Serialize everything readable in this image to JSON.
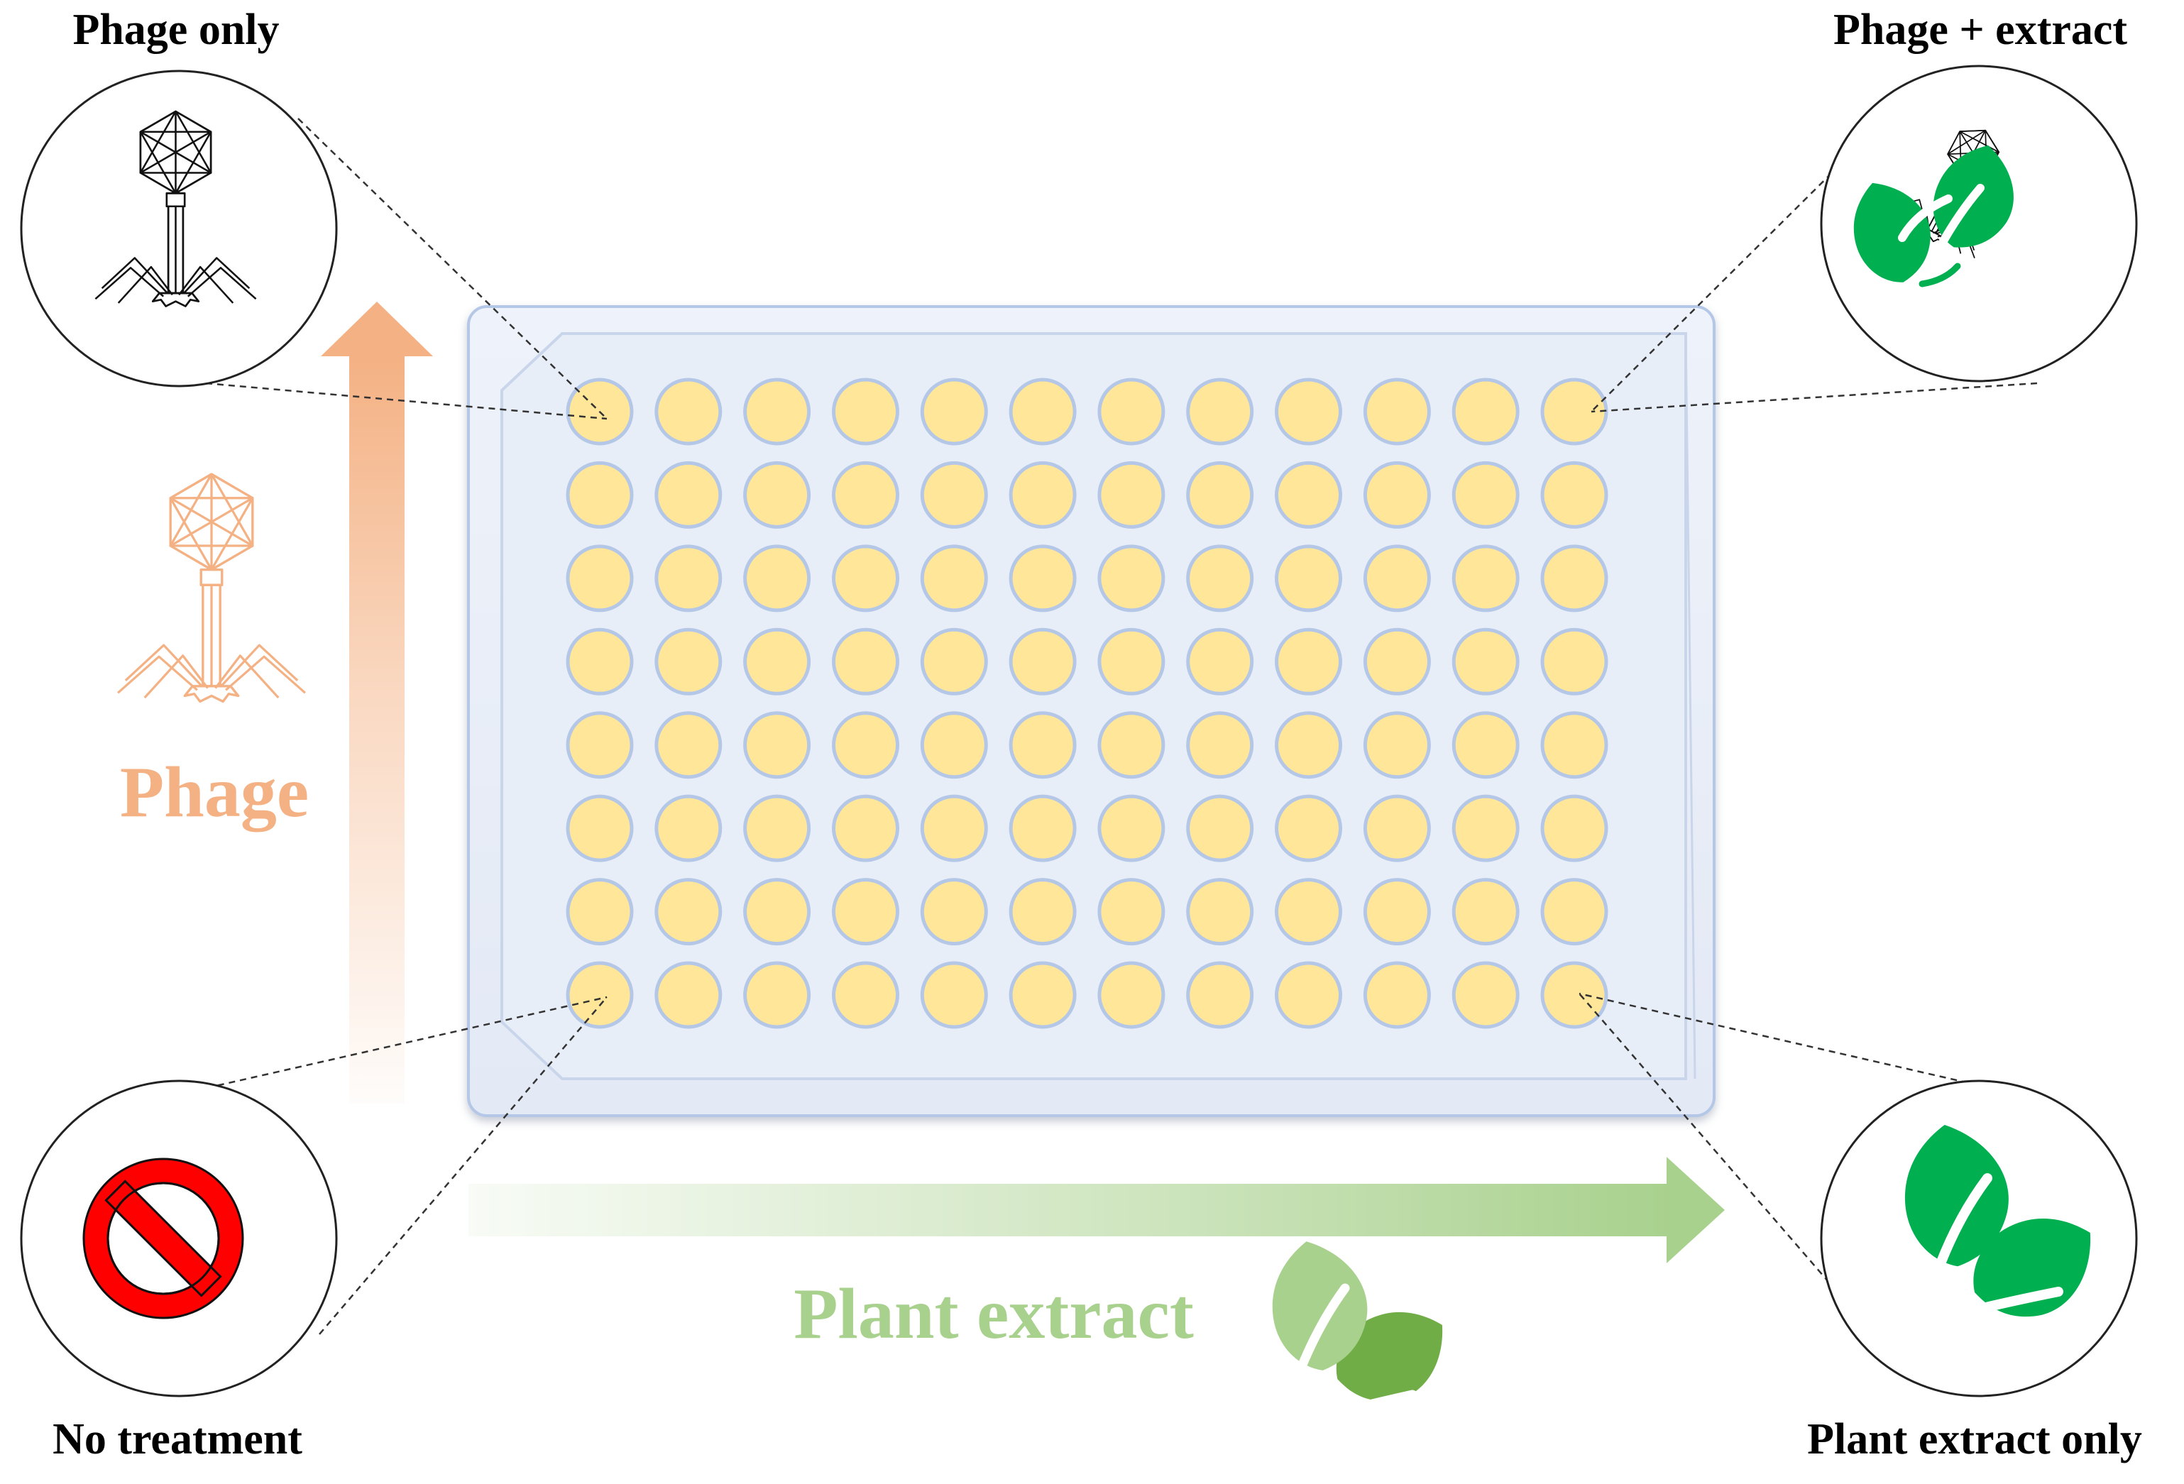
{
  "labels": {
    "phage_only": "Phage only",
    "phage_extract": "Phage + extract",
    "no_treatment": "No treatment",
    "plant_extract_only": "Plant extract only",
    "axis_phage": "Phage",
    "axis_plant": "Plant extract"
  },
  "plate": {
    "rows": 8,
    "columns": 12
  },
  "icons": {
    "phage_only": "bacteriophage-icon",
    "phage_extract": [
      "leaf-icon",
      "bacteriophage-icon"
    ],
    "no_treatment": "prohibited-icon",
    "plant_extract_only": "leaf-icon",
    "axis_phage": "bacteriophage-icon",
    "axis_plant": "leaf-icon"
  },
  "colors": {
    "well_fill": "#FFE699",
    "well_stroke": "#B4C7E7",
    "plate_fill": "#E8EEF8",
    "phage_axis": "#F4B183",
    "plant_axis": "#A9D18E",
    "leaf_dark": "#00B050",
    "leaf_light_back": "#70AD47",
    "leaf_light_front": "#A9D18E",
    "forbidden_red": "#FF0000"
  }
}
